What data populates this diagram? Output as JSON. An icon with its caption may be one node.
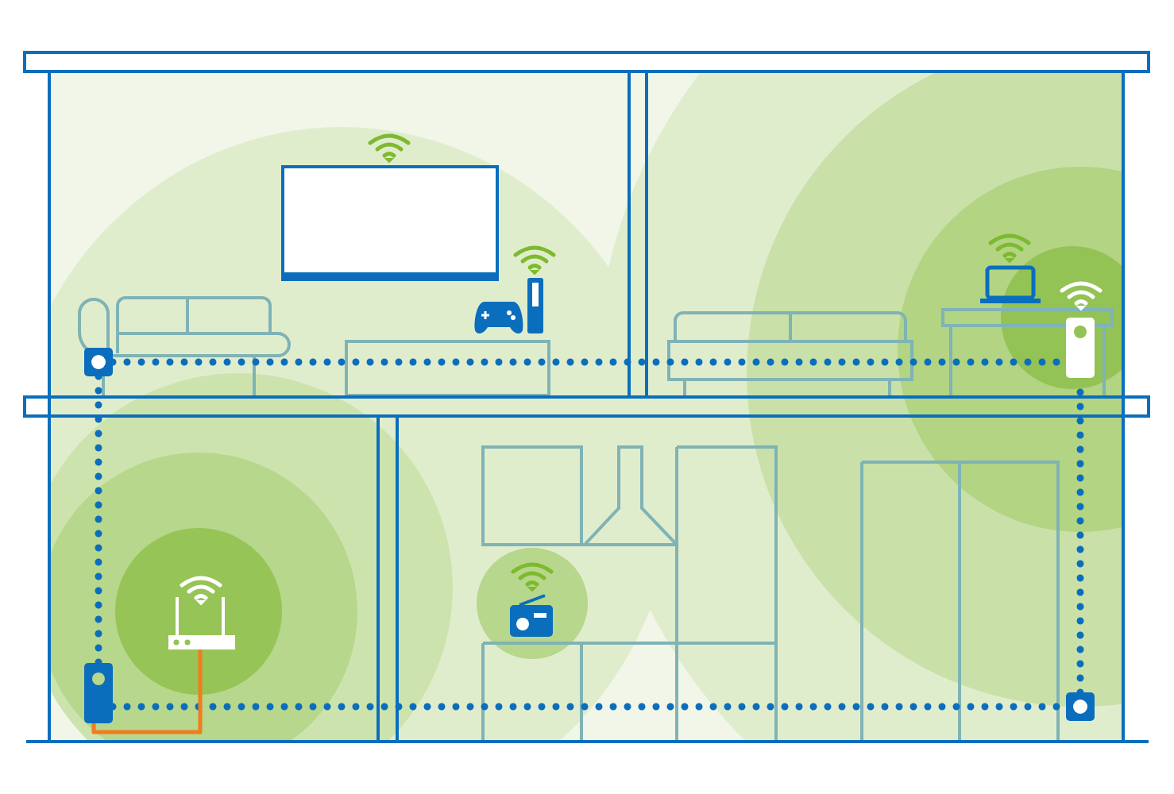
{
  "diagram": {
    "nodes": [
      {
        "text": [],
        "shape": "picture"
      },
      {
        "text": [],
        "shape": "picture"
      },
      {
        "text": [],
        "shape": "picture"
      },
      {
        "text": [],
        "shape": "picture"
      },
      {
        "text": [],
        "shape": "picture"
      }
    ],
    "edges": [
      {
        "from": 0,
        "to": 1,
        "arrow": "none",
        "style": "dashed"
      },
      {
        "from": 0,
        "to": 2,
        "arrow": "none",
        "style": "dashed"
      },
      {
        "from": 2,
        "to": 4,
        "arrow": "none",
        "style": "dashed"
      },
      {
        "from": 4,
        "to": 1,
        "arrow": "none",
        "style": "dashed"
      },
      {
        "from": 3,
        "to": 2,
        "arrow": "none",
        "color": "#f07d1e"
      }
    ]
  }
}
